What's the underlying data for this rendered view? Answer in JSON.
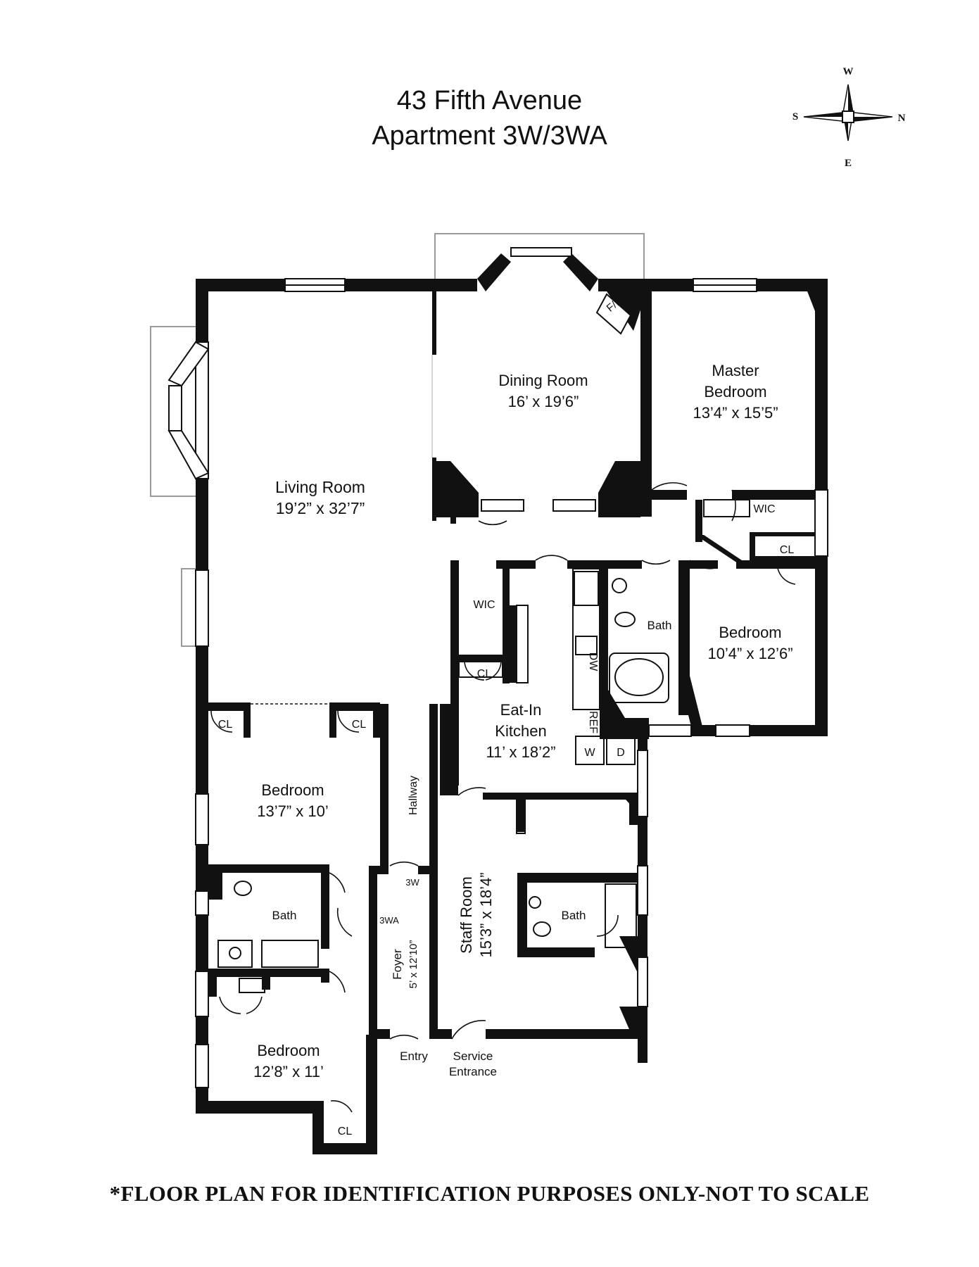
{
  "header": {
    "title_line1": "43 Fifth Avenue",
    "title_line2": "Apartment 3W/3WA"
  },
  "compass": {
    "west": "W",
    "south": "S",
    "north": "N",
    "east": "E"
  },
  "rooms": {
    "living_room": {
      "name": "Living Room",
      "dims": "19’2” x 32’7”"
    },
    "dining_room": {
      "name": "Dining Room",
      "dims": "16’ x 19’6”"
    },
    "master_bedroom": {
      "name_line1": "Master",
      "name_line2": "Bedroom",
      "dims": "13’4” x 15’5”"
    },
    "bedroom_east": {
      "name": "Bedroom",
      "dims": "10’4” x 12’6”"
    },
    "kitchen": {
      "name_line1": "Eat-In",
      "name_line2": "Kitchen",
      "dims": "11’ x 18’2”"
    },
    "bedroom_mid": {
      "name": "Bedroom",
      "dims": "13’7” x 10’"
    },
    "bedroom_south": {
      "name": "Bedroom",
      "dims": "12’8” x 11’"
    },
    "staff_room": {
      "name": "Staff Room",
      "dims": "15’3” x 18’4”"
    },
    "foyer": {
      "name": "Foyer",
      "dims": "5’ x 12’10”"
    },
    "hallway": {
      "name": "Hallway"
    }
  },
  "labels": {
    "fp": "F/P",
    "wic": "WIC",
    "cl": "CL",
    "bath": "Bath",
    "dw": "DW",
    "ref": "REF",
    "washer": "W",
    "dryer": "D",
    "unit_3w": "3W",
    "unit_3wa": "3WA",
    "entry": "Entry",
    "service_line1": "Service",
    "service_line2": "Entrance"
  },
  "footer": {
    "disclaimer": "*FLOOR PLAN FOR IDENTIFICATION PURPOSES ONLY-NOT TO SCALE"
  }
}
